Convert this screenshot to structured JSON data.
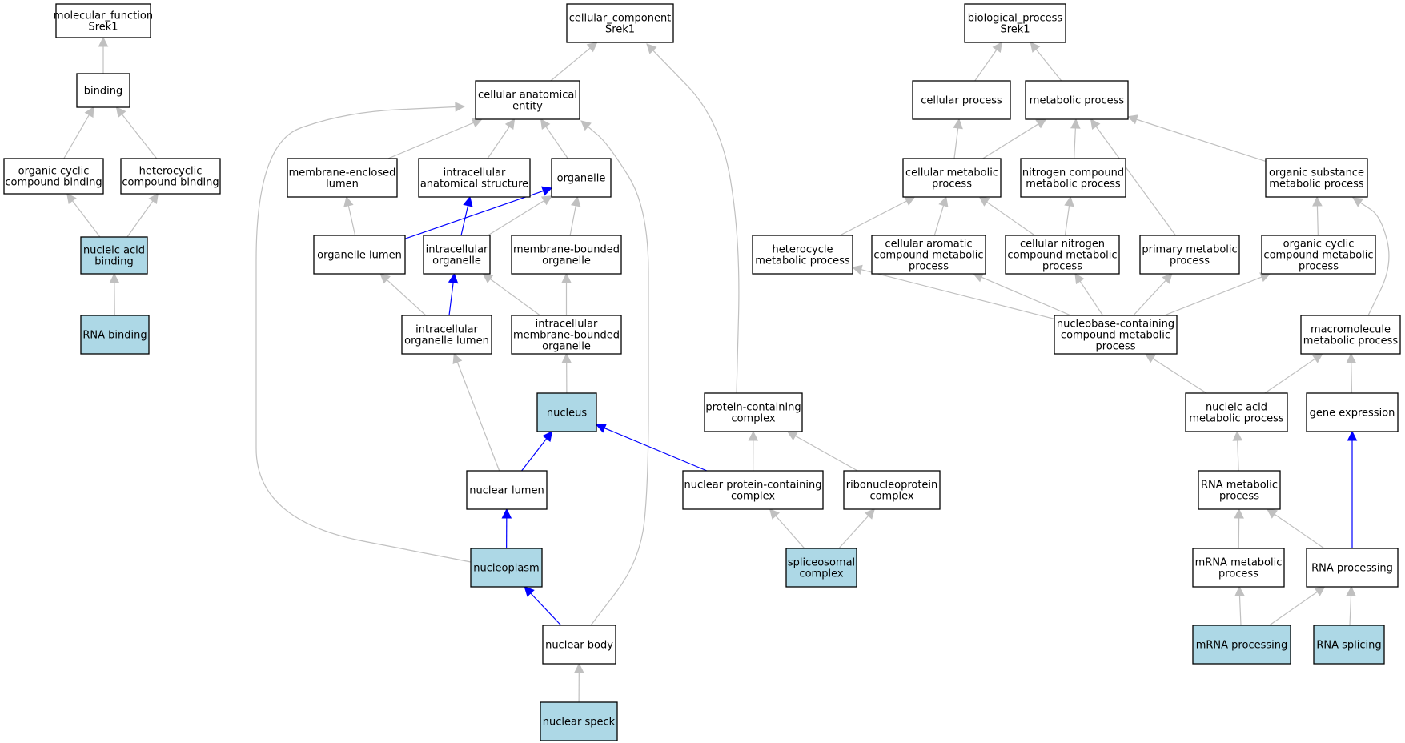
{
  "colors": {
    "highlight_fill": "#add8e6",
    "default_fill": "#ffffff",
    "edge_gray": "#c0c0c0",
    "edge_blue": "#0000ff"
  },
  "nodes": [
    {
      "id": "mf_root",
      "lines": [
        "molecular_function",
        "Srek1"
      ],
      "highlight": false
    },
    {
      "id": "binding",
      "lines": [
        "binding"
      ],
      "highlight": false
    },
    {
      "id": "org_cyclic_binding",
      "lines": [
        "organic cyclic",
        "compound binding"
      ],
      "highlight": false
    },
    {
      "id": "heterocyclic_binding",
      "lines": [
        "heterocyclic",
        "compound binding"
      ],
      "highlight": false
    },
    {
      "id": "nucleic_acid_binding",
      "lines": [
        "nucleic acid",
        "binding"
      ],
      "highlight": true
    },
    {
      "id": "rna_binding",
      "lines": [
        "RNA binding"
      ],
      "highlight": true
    },
    {
      "id": "cc_root",
      "lines": [
        "cellular_component",
        "Srek1"
      ],
      "highlight": false
    },
    {
      "id": "cell_anat_entity",
      "lines": [
        "cellular anatomical",
        "entity"
      ],
      "highlight": false
    },
    {
      "id": "membrane_enclosed_lumen",
      "lines": [
        "membrane-enclosed",
        "lumen"
      ],
      "highlight": false
    },
    {
      "id": "intracellular_anat_structure",
      "lines": [
        "intracellular",
        "anatomical structure"
      ],
      "highlight": false
    },
    {
      "id": "organelle",
      "lines": [
        "organelle"
      ],
      "highlight": false
    },
    {
      "id": "organelle_lumen",
      "lines": [
        "organelle lumen"
      ],
      "highlight": false
    },
    {
      "id": "intracellular_organelle",
      "lines": [
        "intracellular",
        "organelle"
      ],
      "highlight": false
    },
    {
      "id": "membrane_bounded_organelle",
      "lines": [
        "membrane-bounded",
        "organelle"
      ],
      "highlight": false
    },
    {
      "id": "intracellular_organelle_lumen",
      "lines": [
        "intracellular",
        "organelle lumen"
      ],
      "highlight": false
    },
    {
      "id": "intracellular_mb_organelle",
      "lines": [
        "intracellular",
        "membrane-bounded",
        "organelle"
      ],
      "highlight": false
    },
    {
      "id": "nucleus",
      "lines": [
        "nucleus"
      ],
      "highlight": true
    },
    {
      "id": "nuclear_lumen",
      "lines": [
        "nuclear lumen"
      ],
      "highlight": false
    },
    {
      "id": "nucleoplasm",
      "lines": [
        "nucleoplasm"
      ],
      "highlight": true
    },
    {
      "id": "nuclear_body",
      "lines": [
        "nuclear body"
      ],
      "highlight": false
    },
    {
      "id": "nuclear_speck",
      "lines": [
        "nuclear speck"
      ],
      "highlight": true
    },
    {
      "id": "protein_containing_complex",
      "lines": [
        "protein-containing",
        "complex"
      ],
      "highlight": false
    },
    {
      "id": "nuclear_protein_complex",
      "lines": [
        "nuclear protein-containing",
        "complex"
      ],
      "highlight": false
    },
    {
      "id": "ribonucleoprotein_complex",
      "lines": [
        "ribonucleoprotein",
        "complex"
      ],
      "highlight": false
    },
    {
      "id": "spliceosomal_complex",
      "lines": [
        "spliceosomal",
        "complex"
      ],
      "highlight": true
    },
    {
      "id": "bp_root",
      "lines": [
        "biological_process",
        "Srek1"
      ],
      "highlight": false
    },
    {
      "id": "cellular_process",
      "lines": [
        "cellular process"
      ],
      "highlight": false
    },
    {
      "id": "metabolic_process",
      "lines": [
        "metabolic process"
      ],
      "highlight": false
    },
    {
      "id": "cellular_metabolic_process",
      "lines": [
        "cellular metabolic",
        "process"
      ],
      "highlight": false
    },
    {
      "id": "nitrogen_compound_mp",
      "lines": [
        "nitrogen compound",
        "metabolic process"
      ],
      "highlight": false
    },
    {
      "id": "organic_substance_mp",
      "lines": [
        "organic substance",
        "metabolic process"
      ],
      "highlight": false
    },
    {
      "id": "heterocycle_mp",
      "lines": [
        "heterocycle",
        "metabolic process"
      ],
      "highlight": false
    },
    {
      "id": "cellular_aromatic_mp",
      "lines": [
        "cellular aromatic",
        "compound metabolic",
        "process"
      ],
      "highlight": false
    },
    {
      "id": "cellular_nitrogen_mp",
      "lines": [
        "cellular nitrogen",
        "compound metabolic",
        "process"
      ],
      "highlight": false
    },
    {
      "id": "primary_mp",
      "lines": [
        "primary metabolic",
        "process"
      ],
      "highlight": false
    },
    {
      "id": "organic_cyclic_mp",
      "lines": [
        "organic cyclic",
        "compound metabolic",
        "process"
      ],
      "highlight": false
    },
    {
      "id": "nucleobase_mp",
      "lines": [
        "nucleobase-containing",
        "compound metabolic",
        "process"
      ],
      "highlight": false
    },
    {
      "id": "macromolecule_mp",
      "lines": [
        "macromolecule",
        "metabolic process"
      ],
      "highlight": false
    },
    {
      "id": "nucleic_acid_mp",
      "lines": [
        "nucleic acid",
        "metabolic process"
      ],
      "highlight": false
    },
    {
      "id": "gene_expression",
      "lines": [
        "gene expression"
      ],
      "highlight": false
    },
    {
      "id": "rna_mp",
      "lines": [
        "RNA metabolic",
        "process"
      ],
      "highlight": false
    },
    {
      "id": "mrna_mp",
      "lines": [
        "mRNA metabolic",
        "process"
      ],
      "highlight": false
    },
    {
      "id": "rna_processing",
      "lines": [
        "RNA processing"
      ],
      "highlight": false
    },
    {
      "id": "mrna_processing",
      "lines": [
        "mRNA processing"
      ],
      "highlight": true
    },
    {
      "id": "rna_splicing",
      "lines": [
        "RNA splicing"
      ],
      "highlight": true
    }
  ],
  "edges": [
    {
      "from": "binding",
      "to": "mf_root",
      "color": "gray"
    },
    {
      "from": "org_cyclic_binding",
      "to": "binding",
      "color": "gray"
    },
    {
      "from": "heterocyclic_binding",
      "to": "binding",
      "color": "gray"
    },
    {
      "from": "nucleic_acid_binding",
      "to": "org_cyclic_binding",
      "color": "gray"
    },
    {
      "from": "nucleic_acid_binding",
      "to": "heterocyclic_binding",
      "color": "gray"
    },
    {
      "from": "rna_binding",
      "to": "nucleic_acid_binding",
      "color": "gray"
    },
    {
      "from": "cell_anat_entity",
      "to": "cc_root",
      "color": "gray"
    },
    {
      "from": "membrane_enclosed_lumen",
      "to": "cell_anat_entity",
      "color": "gray"
    },
    {
      "from": "intracellular_anat_structure",
      "to": "cell_anat_entity",
      "color": "gray"
    },
    {
      "from": "organelle",
      "to": "cell_anat_entity",
      "color": "gray"
    },
    {
      "from": "organelle_lumen",
      "to": "membrane_enclosed_lumen",
      "color": "gray"
    },
    {
      "from": "organelle_lumen",
      "to": "organelle",
      "color": "blue"
    },
    {
      "from": "intracellular_organelle",
      "to": "intracellular_anat_structure",
      "color": "blue"
    },
    {
      "from": "intracellular_organelle",
      "to": "organelle",
      "color": "gray"
    },
    {
      "from": "membrane_bounded_organelle",
      "to": "organelle",
      "color": "gray"
    },
    {
      "from": "intracellular_organelle_lumen",
      "to": "organelle_lumen",
      "color": "gray"
    },
    {
      "from": "intracellular_organelle_lumen",
      "to": "intracellular_organelle",
      "color": "blue"
    },
    {
      "from": "intracellular_mb_organelle",
      "to": "intracellular_organelle",
      "color": "gray"
    },
    {
      "from": "intracellular_mb_organelle",
      "to": "membrane_bounded_organelle",
      "color": "gray"
    },
    {
      "from": "nucleus",
      "to": "intracellular_mb_organelle",
      "color": "gray"
    },
    {
      "from": "nuclear_lumen",
      "to": "intracellular_organelle_lumen",
      "color": "gray"
    },
    {
      "from": "nuclear_lumen",
      "to": "nucleus",
      "color": "blue"
    },
    {
      "from": "nucleoplasm",
      "to": "nuclear_lumen",
      "color": "blue"
    },
    {
      "from": "nucleoplasm",
      "to": "cell_anat_entity",
      "color": "gray"
    },
    {
      "from": "nuclear_body",
      "to": "nucleoplasm",
      "color": "blue"
    },
    {
      "from": "nuclear_body",
      "to": "cell_anat_entity",
      "color": "gray"
    },
    {
      "from": "nuclear_speck",
      "to": "nuclear_body",
      "color": "gray"
    },
    {
      "from": "protein_containing_complex",
      "to": "cc_root",
      "color": "gray"
    },
    {
      "from": "nuclear_protein_complex",
      "to": "nucleus",
      "color": "blue"
    },
    {
      "from": "nuclear_protein_complex",
      "to": "protein_containing_complex",
      "color": "gray"
    },
    {
      "from": "ribonucleoprotein_complex",
      "to": "protein_containing_complex",
      "color": "gray"
    },
    {
      "from": "spliceosomal_complex",
      "to": "nuclear_protein_complex",
      "color": "gray"
    },
    {
      "from": "spliceosomal_complex",
      "to": "ribonucleoprotein_complex",
      "color": "gray"
    },
    {
      "from": "cellular_process",
      "to": "bp_root",
      "color": "gray"
    },
    {
      "from": "metabolic_process",
      "to": "bp_root",
      "color": "gray"
    },
    {
      "from": "cellular_metabolic_process",
      "to": "cellular_process",
      "color": "gray"
    },
    {
      "from": "cellular_metabolic_process",
      "to": "metabolic_process",
      "color": "gray"
    },
    {
      "from": "nitrogen_compound_mp",
      "to": "metabolic_process",
      "color": "gray"
    },
    {
      "from": "organic_substance_mp",
      "to": "metabolic_process",
      "color": "gray"
    },
    {
      "from": "primary_mp",
      "to": "metabolic_process",
      "color": "gray"
    },
    {
      "from": "heterocycle_mp",
      "to": "cellular_metabolic_process",
      "color": "gray"
    },
    {
      "from": "cellular_aromatic_mp",
      "to": "cellular_metabolic_process",
      "color": "gray"
    },
    {
      "from": "cellular_nitrogen_mp",
      "to": "cellular_metabolic_process",
      "color": "gray"
    },
    {
      "from": "cellular_nitrogen_mp",
      "to": "nitrogen_compound_mp",
      "color": "gray"
    },
    {
      "from": "organic_cyclic_mp",
      "to": "organic_substance_mp",
      "color": "gray"
    },
    {
      "from": "macromolecule_mp",
      "to": "organic_substance_mp",
      "color": "gray"
    },
    {
      "from": "nucleobase_mp",
      "to": "heterocycle_mp",
      "color": "gray"
    },
    {
      "from": "nucleobase_mp",
      "to": "cellular_aromatic_mp",
      "color": "gray"
    },
    {
      "from": "nucleobase_mp",
      "to": "cellular_nitrogen_mp",
      "color": "gray"
    },
    {
      "from": "nucleobase_mp",
      "to": "primary_mp",
      "color": "gray"
    },
    {
      "from": "nucleobase_mp",
      "to": "organic_cyclic_mp",
      "color": "gray"
    },
    {
      "from": "nucleic_acid_mp",
      "to": "nucleobase_mp",
      "color": "gray"
    },
    {
      "from": "nucleic_acid_mp",
      "to": "macromolecule_mp",
      "color": "gray"
    },
    {
      "from": "gene_expression",
      "to": "macromolecule_mp",
      "color": "gray"
    },
    {
      "from": "rna_mp",
      "to": "nucleic_acid_mp",
      "color": "gray"
    },
    {
      "from": "mrna_mp",
      "to": "rna_mp",
      "color": "gray"
    },
    {
      "from": "rna_processing",
      "to": "rna_mp",
      "color": "gray"
    },
    {
      "from": "rna_processing",
      "to": "gene_expression",
      "color": "blue"
    },
    {
      "from": "mrna_processing",
      "to": "mrna_mp",
      "color": "gray"
    },
    {
      "from": "mrna_processing",
      "to": "rna_processing",
      "color": "gray"
    },
    {
      "from": "rna_splicing",
      "to": "rna_processing",
      "color": "gray"
    }
  ]
}
